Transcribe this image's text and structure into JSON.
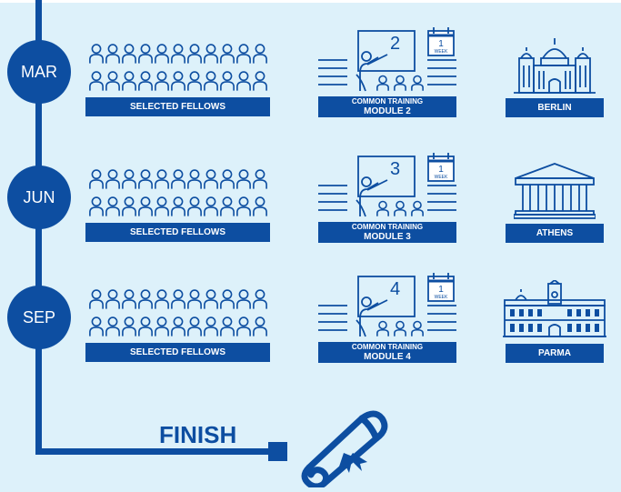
{
  "colors": {
    "primary": "#0d4ea1",
    "background": "#ddf1fa",
    "text_on_primary": "#ffffff"
  },
  "stages": [
    {
      "month": "MAR",
      "fellows_label": "SELECTED FELLOWS",
      "training_line1": "COMMON TRAINING",
      "training_line2": "MODULE 2",
      "module_number": "2",
      "calendar_day": "1",
      "calendar_text": "WEEK",
      "city": "BERLIN",
      "city_icon": "cathedral-icon"
    },
    {
      "month": "JUN",
      "fellows_label": "SELECTED FELLOWS",
      "training_line1": "COMMON TRAINING",
      "training_line2": "MODULE 3",
      "module_number": "3",
      "calendar_day": "1",
      "calendar_text": "WEEK",
      "city": "ATHENS",
      "city_icon": "greek-temple-icon"
    },
    {
      "month": "SEP",
      "fellows_label": "SELECTED FELLOWS",
      "training_line1": "COMMON TRAINING",
      "training_line2": "MODULE 4",
      "module_number": "4",
      "calendar_day": "1",
      "calendar_text": "WEEK",
      "city": "PARMA",
      "city_icon": "palazzo-icon"
    }
  ],
  "finish": {
    "label": "FINISH",
    "icon": "diploma-icon"
  }
}
